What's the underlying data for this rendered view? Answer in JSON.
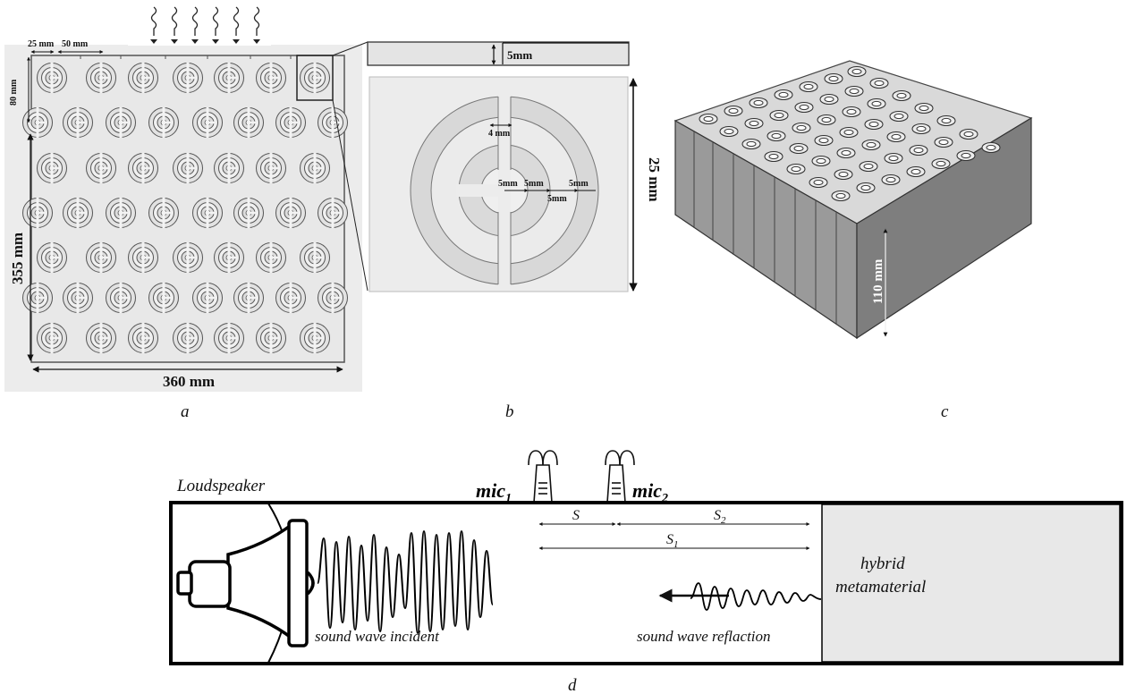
{
  "panel_a": {
    "caption": "a",
    "pitch_label": "25 mm",
    "spacing_label": "50 mm",
    "cell_label": "80 mm",
    "height_label": "355 mm",
    "width_label": "360 mm"
  },
  "panel_b": {
    "caption": "b",
    "top_gap_label": "5mm",
    "slit_label": "4 mm",
    "height_label": "25 mm",
    "r1_label": "5mm",
    "r2_label": "5mm",
    "r3_label": "5mm",
    "r4_label": "5mm"
  },
  "panel_c": {
    "caption": "c",
    "depth_label": "110 mm"
  },
  "panel_d": {
    "caption": "d",
    "loudspeaker_label": "Loudspeaker",
    "mic1_label": "mic",
    "mic1_sub": "1",
    "mic2_label": "mic",
    "mic2_sub": "2",
    "s_label": "S",
    "s2_label": "S",
    "s2_sub": "2",
    "s1_label": "S",
    "s1_sub": "1",
    "incident_label": "sound wave incident",
    "reflection_label": "sound wave reflaction",
    "metamaterial_line1": "hybrid",
    "metamaterial_line2": "metamaterial"
  }
}
